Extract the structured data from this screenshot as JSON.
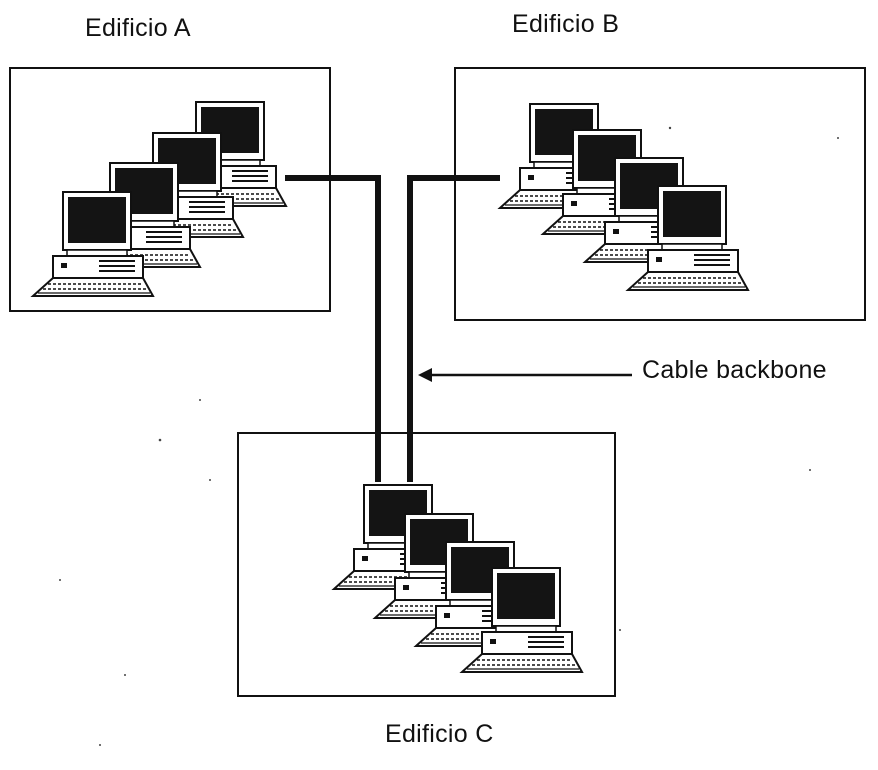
{
  "buildings": {
    "a": {
      "label": "Edificio A"
    },
    "b": {
      "label": "Edificio B"
    },
    "c": {
      "label": "Edificio C"
    }
  },
  "backbone": {
    "label": "Cable backbone"
  },
  "colors": {
    "ink": "#111111",
    "screen": "#141414",
    "background": "#ffffff"
  }
}
